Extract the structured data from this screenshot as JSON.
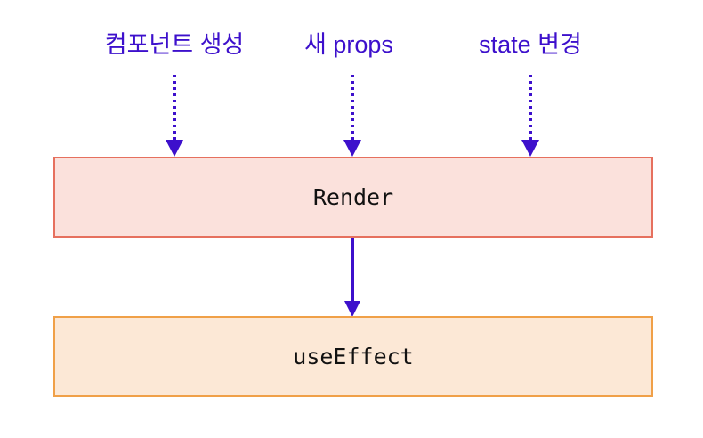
{
  "diagram": {
    "triggers": [
      {
        "label": "컴포넌트 생성"
      },
      {
        "label": "새 props"
      },
      {
        "label": "state 변경"
      }
    ],
    "render_box": {
      "label": "Render"
    },
    "effect_box": {
      "label": "useEffect"
    },
    "colors": {
      "arrow": "#3d10cc",
      "render_fill": "#fbe1dc",
      "render_border": "#e6705e",
      "effect_fill": "#fce8d6",
      "effect_border": "#f0a048"
    }
  }
}
